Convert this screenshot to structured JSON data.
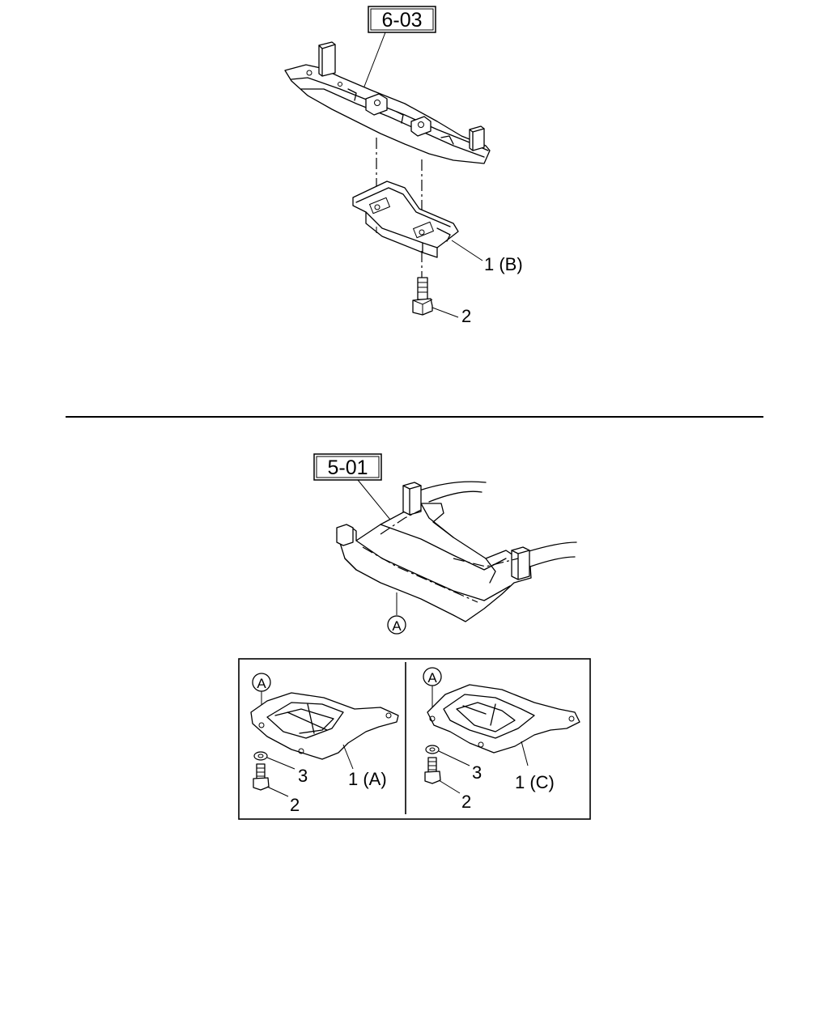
{
  "top_diagram": {
    "ref_box_label": "6-03",
    "callouts": {
      "bracket": "1 (B)",
      "bolt": "2"
    }
  },
  "bottom_diagram": {
    "ref_box_label": "5-01",
    "view_marker": "A",
    "detail_left": {
      "view_marker": "A",
      "callouts": {
        "washer": "3",
        "bolt": "2",
        "plate": "1 (A)"
      }
    },
    "detail_right": {
      "view_marker": "A",
      "callouts": {
        "washer": "3",
        "bolt": "2",
        "plate": "1 (C)"
      }
    }
  }
}
